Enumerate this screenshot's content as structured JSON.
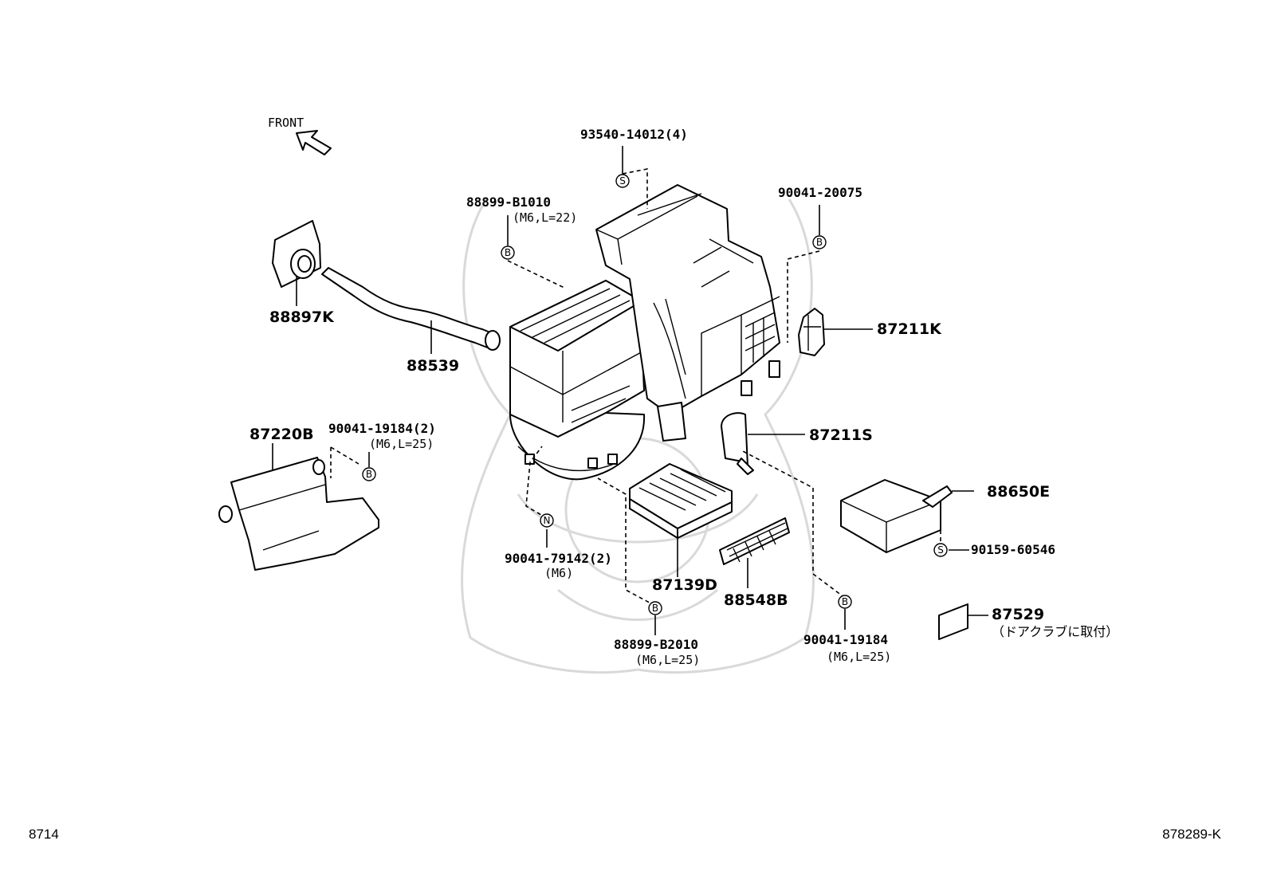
{
  "front_label": "FRONT",
  "parts": {
    "p93540": "93540-14012(4)",
    "p88899_b1010": "88899-B1010",
    "p88899_b1010_spec": "(M6,L=22)",
    "p90041_20075": "90041-20075",
    "p88897k": "88897K",
    "p88539": "88539",
    "p87211k": "87211K",
    "p87220b": "87220B",
    "p90041_19184_2": "90041-19184(2)",
    "p90041_19184_2_spec": "(M6,L=25)",
    "p87211s": "87211S",
    "p88650e": "88650E",
    "p90159": "90159-60546",
    "p90041_79142": "90041-79142(2)",
    "p90041_79142_spec": "(M6)",
    "p87139d": "87139D",
    "p88548b": "88548B",
    "p88899_b2010": "88899-B2010",
    "p88899_b2010_spec": "(M6,L=25)",
    "p90041_19184": "90041-19184",
    "p90041_19184_spec": "(M6,L=25)",
    "p87529": "87529",
    "p87529_note": "（ドアクラブに取付）"
  },
  "markers": {
    "s": "S",
    "b": "B",
    "n": "N"
  },
  "footer": {
    "left": "8714",
    "right": "878289-K"
  }
}
